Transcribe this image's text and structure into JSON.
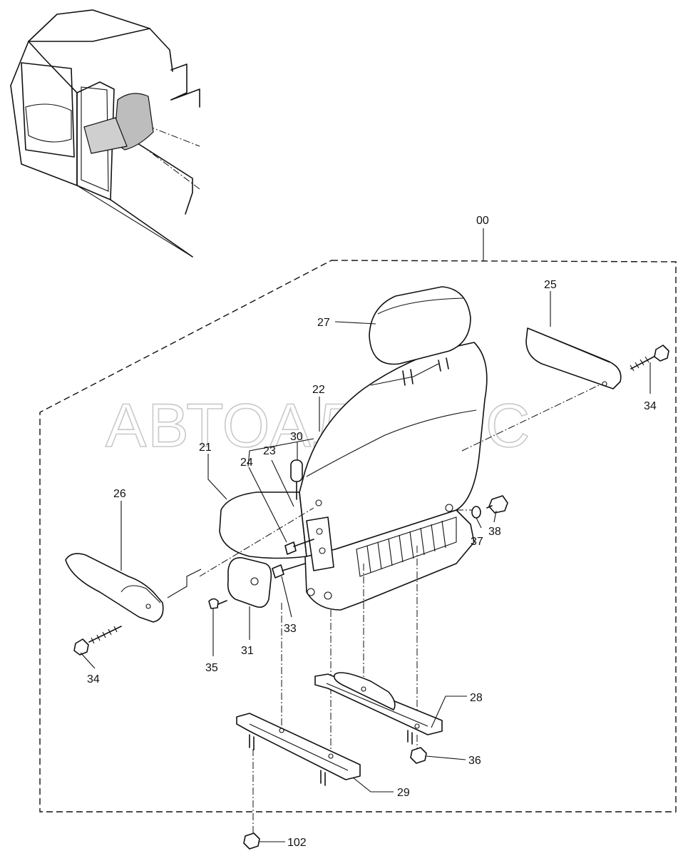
{
  "watermark": "АВТОАЛЬЯНС",
  "assembly_label": "00",
  "callouts": {
    "c21": "21",
    "c22": "22",
    "c23": "23",
    "c24": "24",
    "c25": "25",
    "c26": "26",
    "c27": "27",
    "c28": "28",
    "c29": "29",
    "c30": "30",
    "c31": "31",
    "c33": "33",
    "c34_right": "34",
    "c34_left": "34",
    "c35": "35",
    "c36": "36",
    "c37": "37",
    "c38": "38",
    "c102": "102"
  }
}
